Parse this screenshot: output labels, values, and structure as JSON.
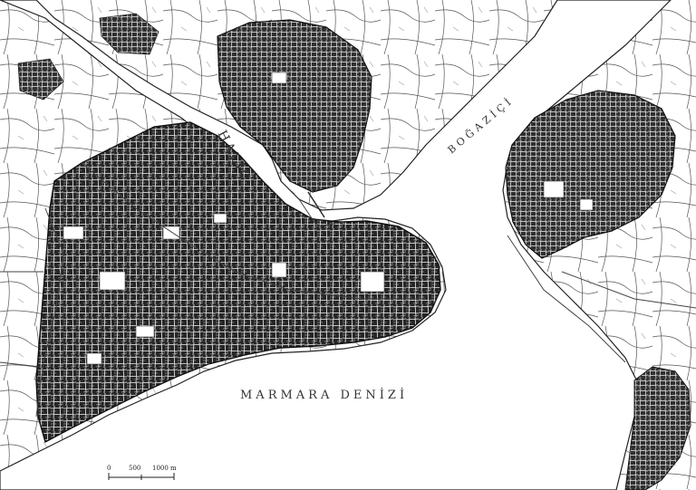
{
  "map": {
    "water_labels": {
      "halic": "HALİÇ",
      "bogazici": "BOĞAZİÇİ",
      "marmara": "MARMARA DENİZİ"
    },
    "scale_bar": {
      "ticks": [
        "0",
        "500",
        "1000 m"
      ]
    },
    "colors": {
      "land": "#ffffff",
      "urban_fabric": "#2a2a2a",
      "streets": "#ffffff",
      "road_lines": "#555555",
      "water": "#ffffff",
      "coastline": "#222222"
    }
  }
}
